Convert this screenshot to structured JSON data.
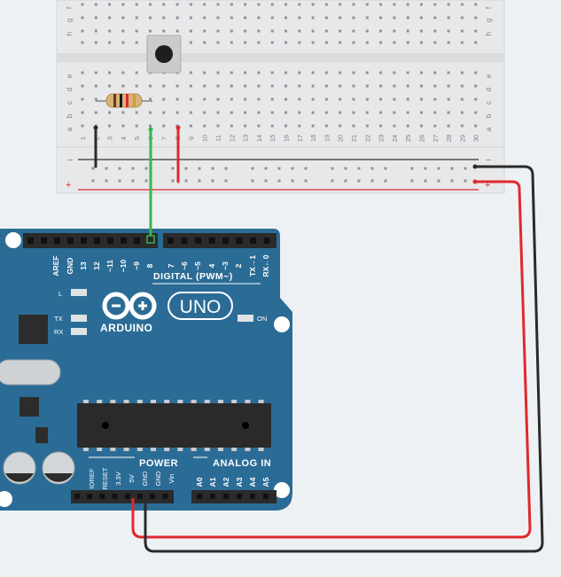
{
  "breadboard": {
    "row_letters_top": [
      "f",
      "g",
      "h"
    ],
    "row_letters_bottom": [
      "a",
      "b",
      "c",
      "d",
      "e"
    ],
    "row_letters_e": "e",
    "column_numbers": [
      "1",
      "2",
      "3",
      "4",
      "5",
      "6",
      "7",
      "8",
      "9",
      "10",
      "11",
      "12",
      "13",
      "14",
      "15",
      "16",
      "17",
      "18",
      "19",
      "20",
      "21",
      "22",
      "23",
      "24",
      "25",
      "26",
      "27",
      "28",
      "29",
      "30"
    ],
    "rail_minus": "−",
    "rail_plus": "+"
  },
  "arduino": {
    "digital_pins": [
      "AREF",
      "GND",
      "13",
      "12",
      "~11",
      "~10",
      "~9",
      "8",
      "7",
      "~6",
      "~5",
      "4",
      "~3",
      "2",
      "TX→1",
      "RX←0"
    ],
    "digital_label": "DIGITAL (PWM~)",
    "led_l": "L",
    "led_tx": "TX",
    "led_rx": "RX",
    "on_label": "ON",
    "brand": "ARDUINO",
    "model": "UNO",
    "power_label": "POWER",
    "analog_label": "ANALOG IN",
    "power_pins": [
      "IOREF",
      "RESET",
      "3.3V",
      "5V",
      "GND",
      "GND",
      "Vin"
    ],
    "analog_pins": [
      "A0",
      "A1",
      "A2",
      "A3",
      "A4",
      "A5"
    ]
  },
  "colors": {
    "board_blue": "#2b6c96",
    "wire_red": "#e0282e",
    "wire_black": "#2a2a2a",
    "wire_green": "#3ab54a",
    "breadboard": "#e9eaeb"
  }
}
